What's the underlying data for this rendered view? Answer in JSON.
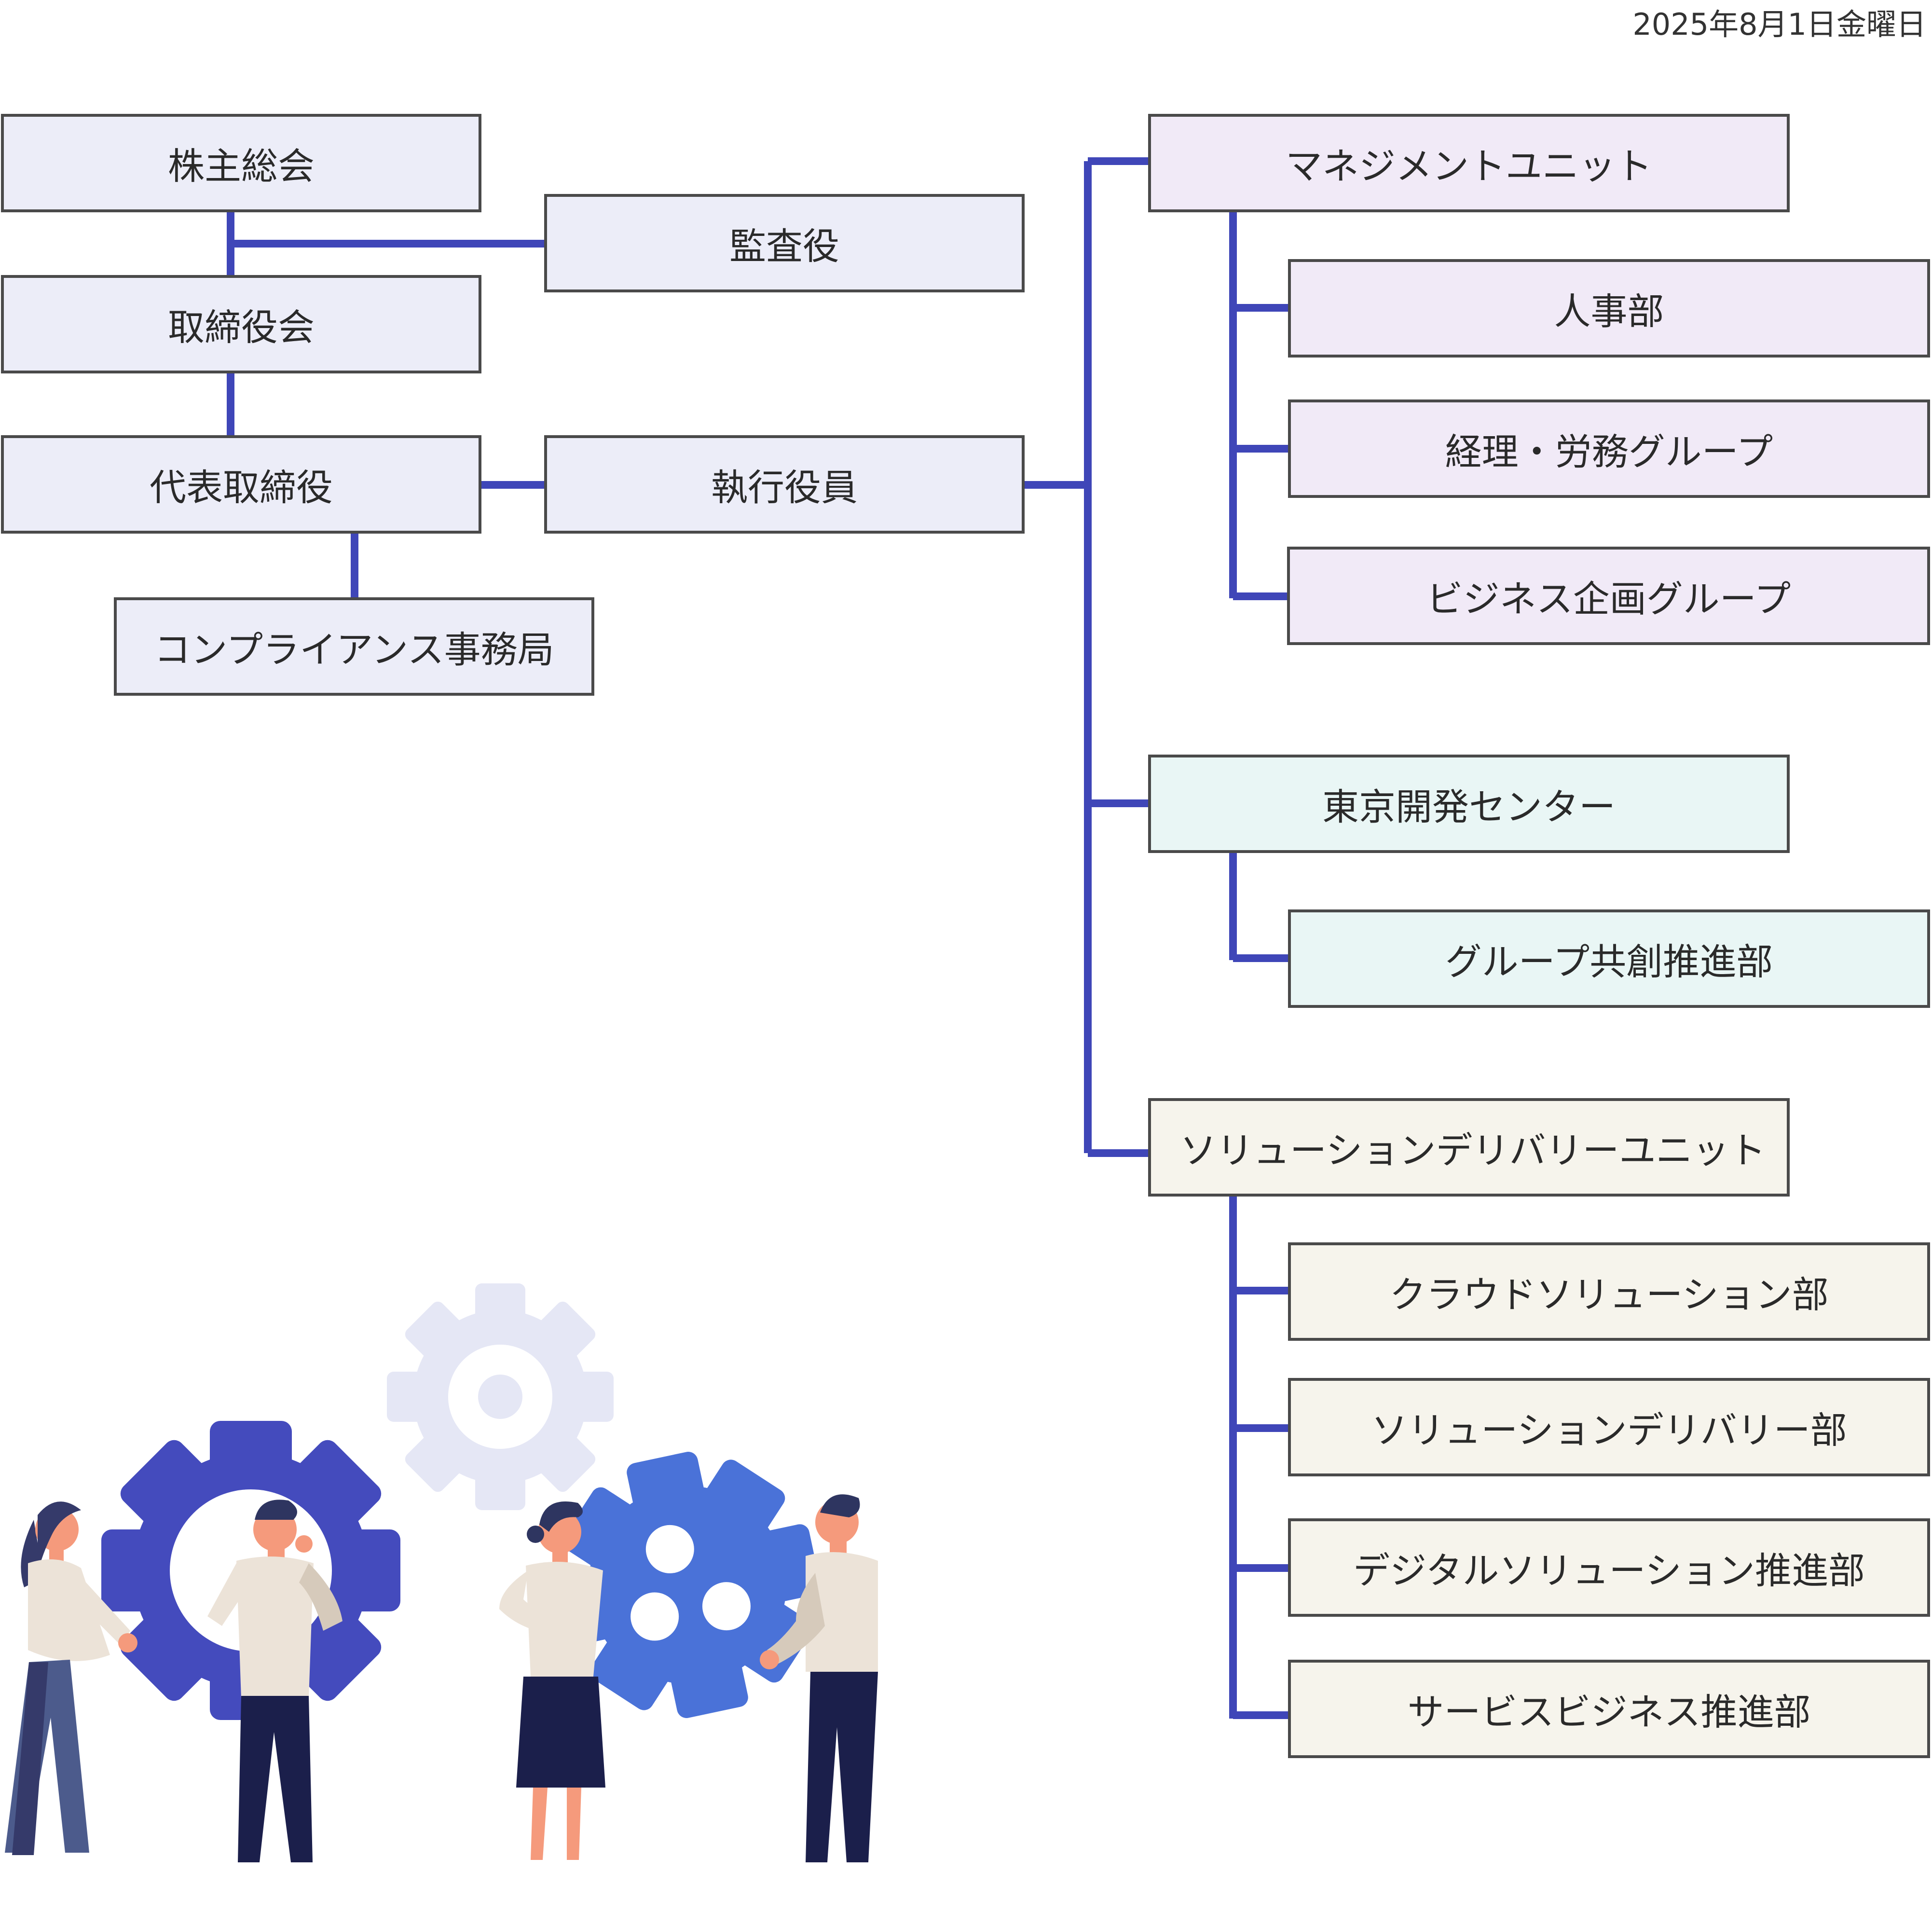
{
  "header": {
    "date": "2025年8月1日金曜日"
  },
  "governance": {
    "shareholders": "株主総会",
    "auditor": "監査役",
    "board": "取締役会",
    "ceo": "代表取締役",
    "executives": "執行役員",
    "compliance": "コンプライアンス事務局"
  },
  "management_unit": {
    "label": "マネジメントユニット",
    "children": [
      "人事部",
      "経理・労務グループ",
      "ビジネス企画グループ"
    ]
  },
  "tokyo_center": {
    "label": "東京開発センター",
    "children": [
      "グループ共創推進部"
    ]
  },
  "solution_unit": {
    "label": "ソリューションデリバリーユニット",
    "children": [
      "クラウドソリューション部",
      "ソリューションデリバリー部",
      "デジタルソリューション推進部",
      "サービスビジネス推進部"
    ]
  },
  "colors": {
    "connector": "#3f46b8",
    "border": "#4a4a4a",
    "governance_fill": "#ecedf8",
    "management_fill": "#f1eaf7",
    "tokyo_fill": "#e9f6f5",
    "solution_fill": "#f6f4ec"
  }
}
